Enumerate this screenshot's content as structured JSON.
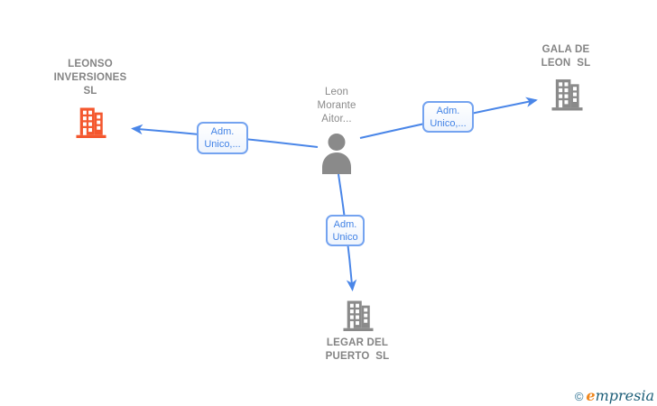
{
  "diagram": {
    "nodes": {
      "leonso": {
        "type": "company",
        "icon": "building-icon",
        "highlight_color": "#f4572e",
        "lines": [
          "LEONSO",
          "INVERSIONES",
          "SL"
        ]
      },
      "gala": {
        "type": "company",
        "icon": "building-icon",
        "color": "#8a8a8a",
        "lines": [
          "GALA DE",
          "LEON  SL"
        ]
      },
      "person": {
        "type": "person",
        "icon": "person-icon",
        "color": "#8a8a8a",
        "lines": [
          "Leon",
          "Morante",
          "Aitor..."
        ]
      },
      "legar": {
        "type": "company",
        "icon": "building-icon",
        "color": "#8a8a8a",
        "lines": [
          "LEGAR DEL",
          "PUERTO  SL"
        ]
      }
    },
    "edges": [
      {
        "from": "person",
        "to": "leonso",
        "label": [
          "Adm.",
          "Unico,..."
        ]
      },
      {
        "from": "person",
        "to": "gala",
        "label": [
          "Adm.",
          "Unico,..."
        ]
      },
      {
        "from": "person",
        "to": "legar",
        "label": [
          "Adm.",
          "Unico"
        ]
      }
    ],
    "edge_color": "#4a86e8"
  },
  "watermark": {
    "copyright": "©",
    "brand_first_letter": "e",
    "brand_rest": "mpresia"
  }
}
